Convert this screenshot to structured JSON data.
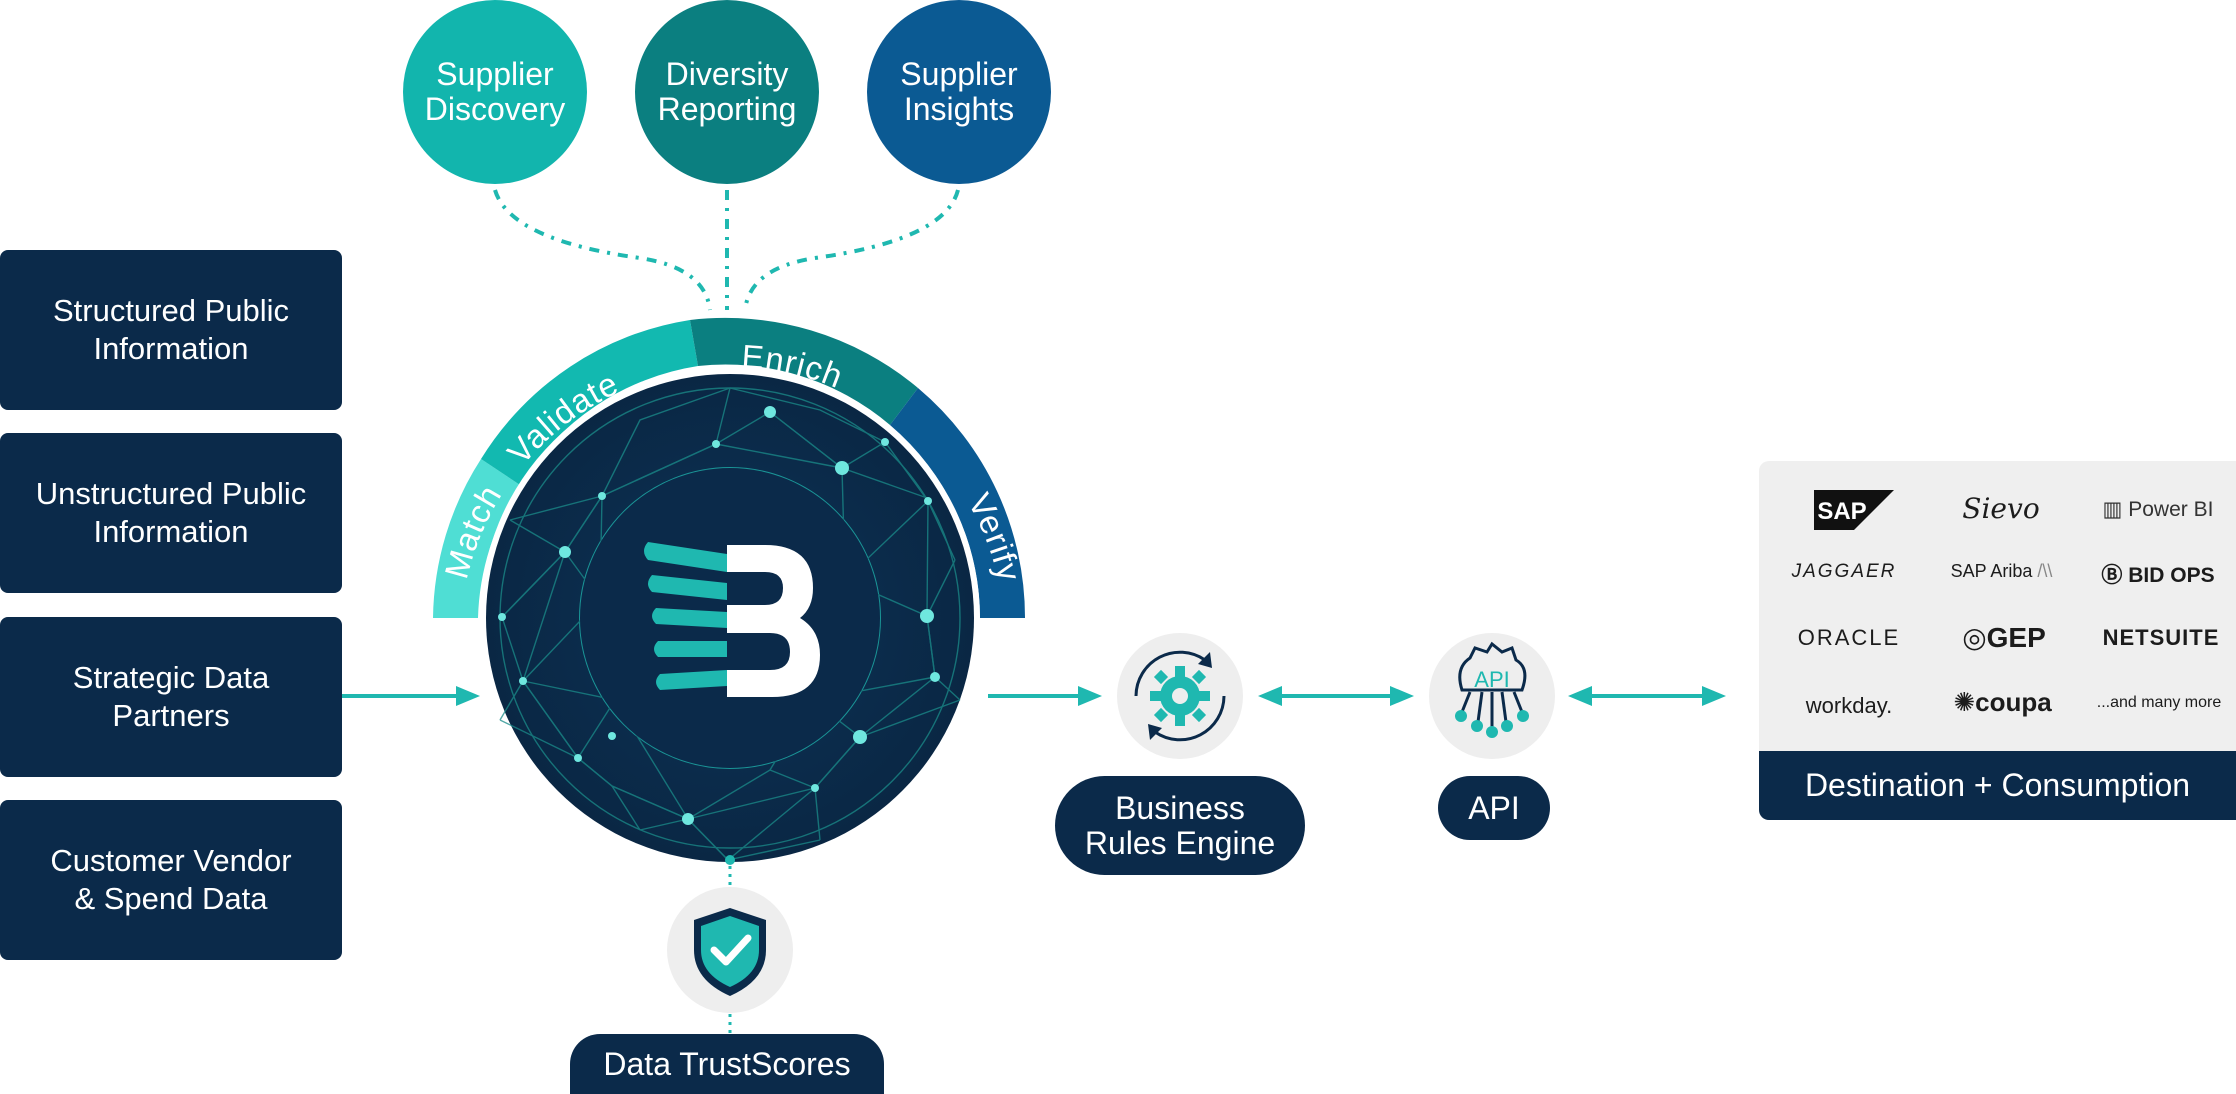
{
  "sources": [
    {
      "line1": "Structured Public",
      "line2": "Information"
    },
    {
      "line1": "Unstructured Public",
      "line2": "Information"
    },
    {
      "line1": "Strategic Data",
      "line2": "Partners"
    },
    {
      "line1": "Customer Vendor",
      "line2": "& Spend Data"
    }
  ],
  "outputs": [
    {
      "line1": "Supplier",
      "line2": "Discovery",
      "color": "#12b5ad"
    },
    {
      "line1": "Diversity",
      "line2": "Reporting",
      "color": "#0b7f80"
    },
    {
      "line1": "Supplier",
      "line2": "Insights",
      "color": "#0b5a93"
    }
  ],
  "ring_stages": [
    {
      "label": "Match",
      "color": "#4fded4"
    },
    {
      "label": "Validate",
      "color": "#12b9b0"
    },
    {
      "label": "Enrich",
      "color": "#0b7f80"
    },
    {
      "label": "Verify",
      "color": "#0b5a93"
    }
  ],
  "trust": {
    "label": "Data TrustScores"
  },
  "rules_engine": {
    "line1": "Business",
    "line2": "Rules Engine"
  },
  "api": {
    "label": "API",
    "icon_text": "API"
  },
  "destination": {
    "footer": "Destination + Consumption",
    "logos": [
      "SAP",
      "Sievo",
      "Power BI",
      "JAGGAER",
      "SAP Ariba",
      "BID OPS",
      "ORACLE",
      "GEP",
      "NETSUITE",
      "workday.",
      "coupa",
      "...and many more"
    ]
  },
  "colors": {
    "navy": "#0b2a4a",
    "teal": "#1fb8b0",
    "light_gray": "#eeeeee"
  }
}
